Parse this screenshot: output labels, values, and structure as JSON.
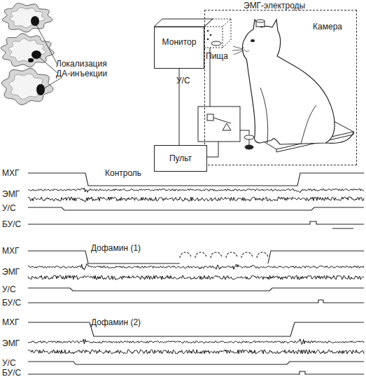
{
  "diagram": {
    "nodes": [
      {
        "text": [
          "Монитор"
        ]
      },
      {
        "text": [
          "Камера"
        ]
      },
      {
        "text": [
          "Пульт"
        ]
      }
    ],
    "edges": [
      {
        "from": 0,
        "to": 2,
        "arrow": "none"
      }
    ],
    "labels": [
      "ЭМГ-электроды",
      "Локализация ДА-инъекции",
      "Пища",
      "У/С",
      "МХГ",
      "Контроль",
      "ЭМГ",
      "У/С",
      "БУ/С",
      "МХГ",
      "Дофамин (1)",
      "ЭМГ",
      "У/С",
      "БУ/С",
      "МХГ",
      "Дофамин (2)",
      "ЭМГ",
      "У/С",
      "БУ/С"
    ]
  }
}
